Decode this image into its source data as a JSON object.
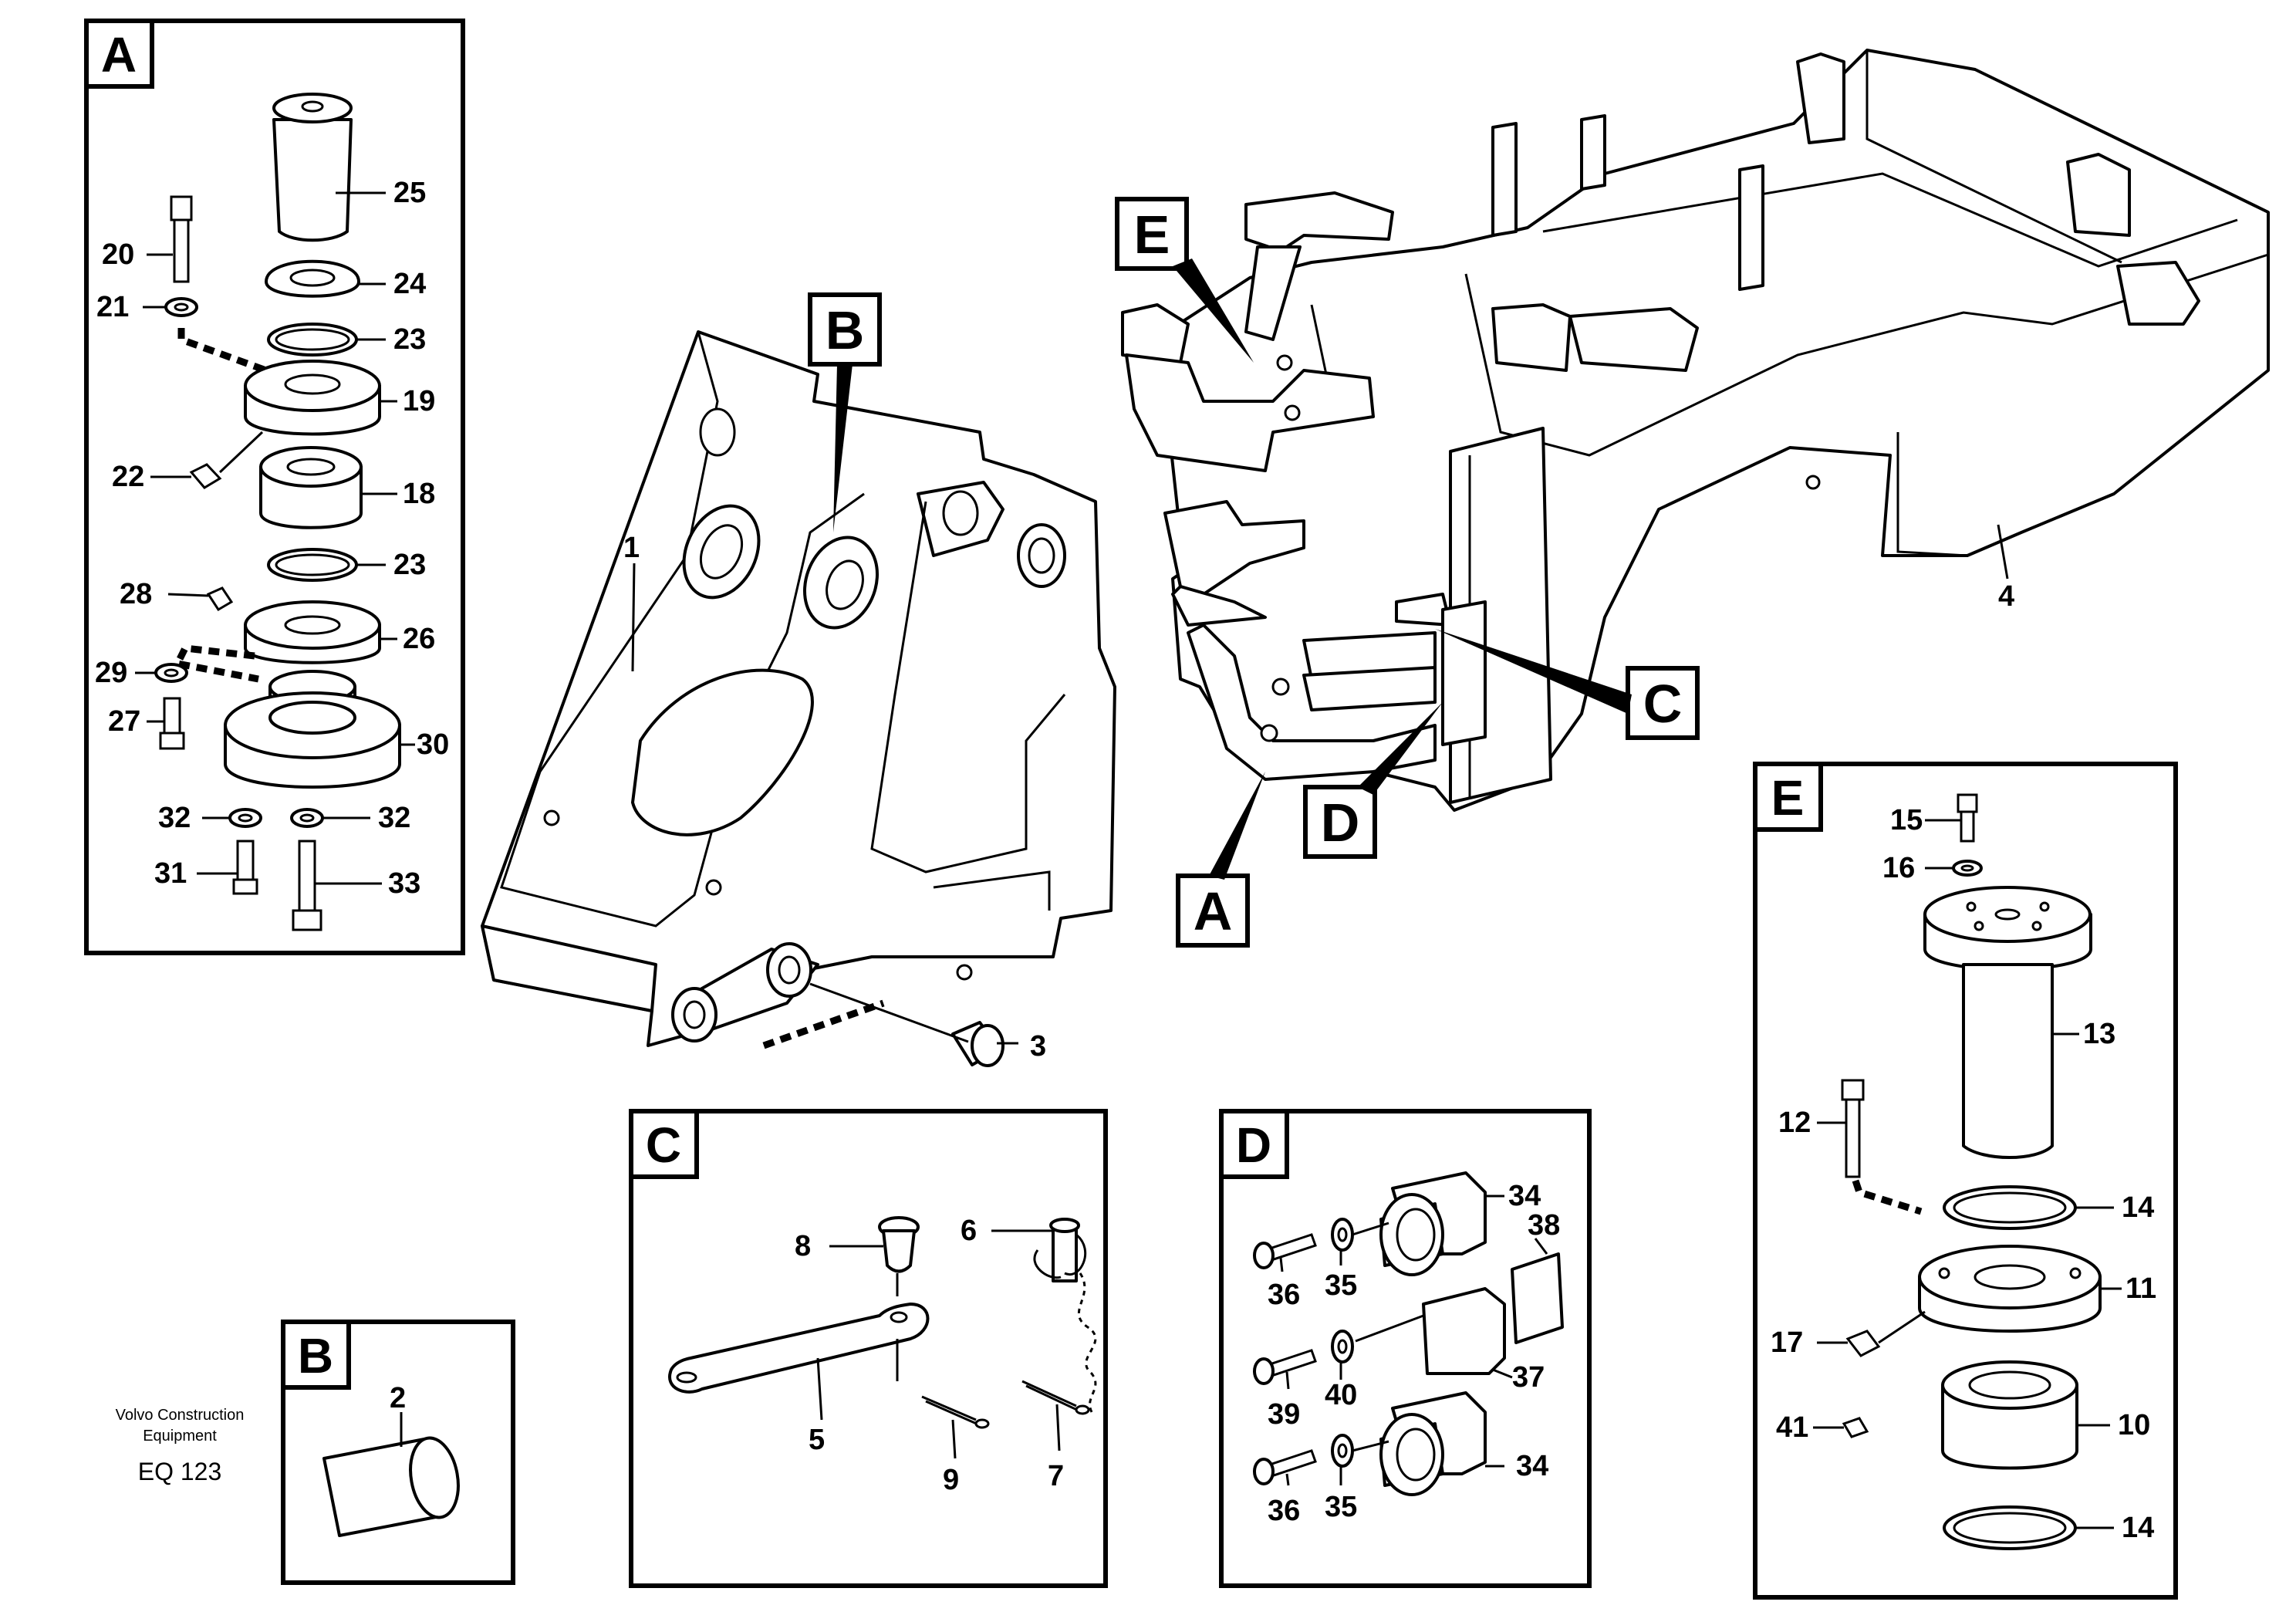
{
  "panels": {
    "A": {
      "letter": "A",
      "parts": [
        "25",
        "20",
        "24",
        "21",
        "23",
        "19",
        "22",
        "18",
        "23",
        "28",
        "26",
        "29",
        "27",
        "30",
        "32",
        "32",
        "31",
        "33"
      ]
    },
    "B": {
      "letter": "B",
      "parts": [
        "2"
      ]
    },
    "C": {
      "letter": "C",
      "parts": [
        "8",
        "6",
        "5",
        "9",
        "7"
      ]
    },
    "D": {
      "letter": "D",
      "parts": [
        "34",
        "38",
        "36",
        "35",
        "37",
        "40",
        "39",
        "34",
        "36",
        "35"
      ]
    },
    "E": {
      "letter": "E",
      "parts": [
        "15",
        "16",
        "13",
        "12",
        "14",
        "11",
        "17",
        "41",
        "10",
        "14"
      ]
    }
  },
  "main": {
    "callouts": {
      "B": "B",
      "E": "E",
      "C": "C",
      "D": "D",
      "A": "A"
    },
    "parts": [
      "1",
      "3",
      "4"
    ]
  },
  "brand": {
    "line1": "Volvo Construction",
    "line2": "Equipment",
    "code": "EQ 123"
  }
}
